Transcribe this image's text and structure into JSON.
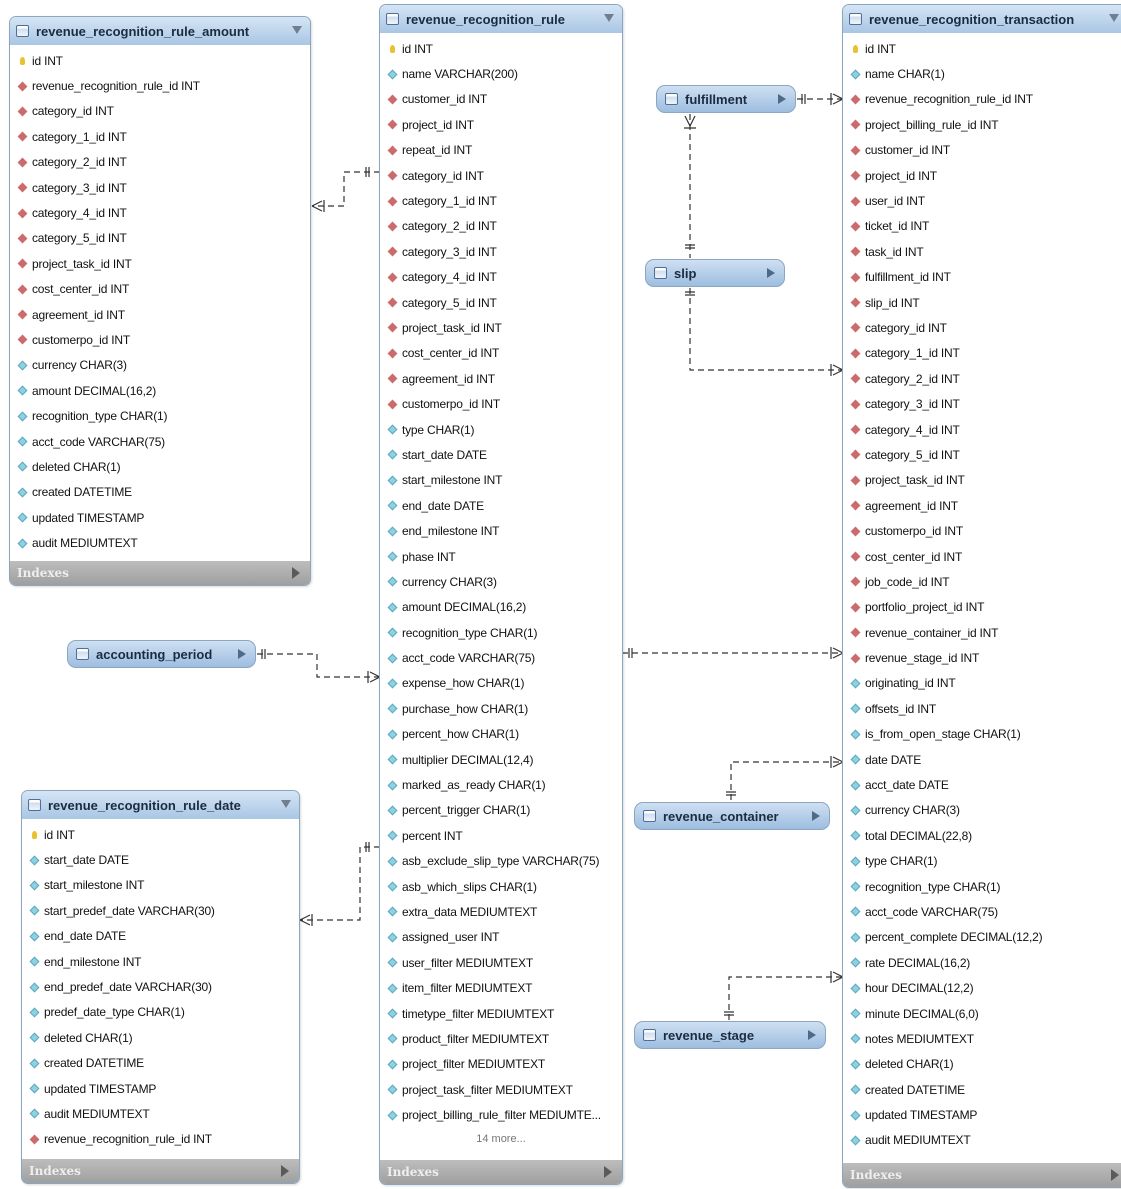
{
  "tables": {
    "rule_amount": {
      "name": "revenue_recognition_rule_amount",
      "columns": [
        {
          "t": "pk",
          "label": "id INT"
        },
        {
          "t": "fk",
          "label": "revenue_recognition_rule_id INT"
        },
        {
          "t": "fk",
          "label": "category_id INT"
        },
        {
          "t": "fk",
          "label": "category_1_id INT"
        },
        {
          "t": "fk",
          "label": "category_2_id INT"
        },
        {
          "t": "fk",
          "label": "category_3_id INT"
        },
        {
          "t": "fk",
          "label": "category_4_id INT"
        },
        {
          "t": "fk",
          "label": "category_5_id INT"
        },
        {
          "t": "fk",
          "label": "project_task_id INT"
        },
        {
          "t": "fk",
          "label": "cost_center_id INT"
        },
        {
          "t": "fk",
          "label": "agreement_id INT"
        },
        {
          "t": "fk",
          "label": "customerpo_id INT"
        },
        {
          "t": "col",
          "label": "currency CHAR(3)"
        },
        {
          "t": "col",
          "label": "amount DECIMAL(16,2)"
        },
        {
          "t": "col",
          "label": "recognition_type CHAR(1)"
        },
        {
          "t": "col",
          "label": "acct_code VARCHAR(75)"
        },
        {
          "t": "col",
          "label": "deleted CHAR(1)"
        },
        {
          "t": "col",
          "label": "created DATETIME"
        },
        {
          "t": "col",
          "label": "updated TIMESTAMP"
        },
        {
          "t": "col",
          "label": "audit MEDIUMTEXT"
        }
      ],
      "indexes_label": "Indexes"
    },
    "rule": {
      "name": "revenue_recognition_rule",
      "columns": [
        {
          "t": "pk",
          "label": "id INT"
        },
        {
          "t": "col",
          "label": "name VARCHAR(200)"
        },
        {
          "t": "fk",
          "label": "customer_id INT"
        },
        {
          "t": "fk",
          "label": "project_id INT"
        },
        {
          "t": "fk",
          "label": "repeat_id INT"
        },
        {
          "t": "fk",
          "label": "category_id INT"
        },
        {
          "t": "fk",
          "label": "category_1_id INT"
        },
        {
          "t": "fk",
          "label": "category_2_id INT"
        },
        {
          "t": "fk",
          "label": "category_3_id INT"
        },
        {
          "t": "fk",
          "label": "category_4_id INT"
        },
        {
          "t": "fk",
          "label": "category_5_id INT"
        },
        {
          "t": "fk",
          "label": "project_task_id INT"
        },
        {
          "t": "fk",
          "label": "cost_center_id INT"
        },
        {
          "t": "fk",
          "label": "agreement_id INT"
        },
        {
          "t": "fk",
          "label": "customerpo_id INT"
        },
        {
          "t": "col",
          "label": "type CHAR(1)"
        },
        {
          "t": "col",
          "label": "start_date DATE"
        },
        {
          "t": "col",
          "label": "start_milestone INT"
        },
        {
          "t": "col",
          "label": "end_date DATE"
        },
        {
          "t": "col",
          "label": "end_milestone INT"
        },
        {
          "t": "col",
          "label": "phase INT"
        },
        {
          "t": "col",
          "label": "currency CHAR(3)"
        },
        {
          "t": "col",
          "label": "amount DECIMAL(16,2)"
        },
        {
          "t": "col",
          "label": "recognition_type CHAR(1)"
        },
        {
          "t": "col",
          "label": "acct_code VARCHAR(75)"
        },
        {
          "t": "col",
          "label": "expense_how CHAR(1)"
        },
        {
          "t": "col",
          "label": "purchase_how CHAR(1)"
        },
        {
          "t": "col",
          "label": "percent_how CHAR(1)"
        },
        {
          "t": "col",
          "label": "multiplier DECIMAL(12,4)"
        },
        {
          "t": "col",
          "label": "marked_as_ready CHAR(1)"
        },
        {
          "t": "col",
          "label": "percent_trigger CHAR(1)"
        },
        {
          "t": "col",
          "label": "percent INT"
        },
        {
          "t": "col",
          "label": "asb_exclude_slip_type VARCHAR(75)"
        },
        {
          "t": "col",
          "label": "asb_which_slips CHAR(1)"
        },
        {
          "t": "col",
          "label": "extra_data MEDIUMTEXT"
        },
        {
          "t": "col",
          "label": "assigned_user INT"
        },
        {
          "t": "col",
          "label": "user_filter MEDIUMTEXT"
        },
        {
          "t": "col",
          "label": "item_filter MEDIUMTEXT"
        },
        {
          "t": "col",
          "label": "timetype_filter MEDIUMTEXT"
        },
        {
          "t": "col",
          "label": "product_filter MEDIUMTEXT"
        },
        {
          "t": "col",
          "label": "project_filter MEDIUMTEXT"
        },
        {
          "t": "col",
          "label": "project_task_filter MEDIUMTEXT"
        },
        {
          "t": "col",
          "label": "project_billing_rule_filter MEDIUMTE..."
        }
      ],
      "more_label": "14 more...",
      "indexes_label": "Indexes"
    },
    "transaction": {
      "name": "revenue_recognition_transaction",
      "columns": [
        {
          "t": "pk",
          "label": "id INT"
        },
        {
          "t": "col",
          "label": "name CHAR(1)"
        },
        {
          "t": "fk",
          "label": "revenue_recognition_rule_id INT"
        },
        {
          "t": "fk",
          "label": "project_billing_rule_id INT"
        },
        {
          "t": "fk",
          "label": "customer_id INT"
        },
        {
          "t": "fk",
          "label": "project_id INT"
        },
        {
          "t": "fk",
          "label": "user_id INT"
        },
        {
          "t": "fk",
          "label": "ticket_id INT"
        },
        {
          "t": "fk",
          "label": "task_id INT"
        },
        {
          "t": "fk",
          "label": "fulfillment_id INT"
        },
        {
          "t": "fk",
          "label": "slip_id INT"
        },
        {
          "t": "fk",
          "label": "category_id INT"
        },
        {
          "t": "fk",
          "label": "category_1_id INT"
        },
        {
          "t": "fk",
          "label": "category_2_id INT"
        },
        {
          "t": "fk",
          "label": "category_3_id INT"
        },
        {
          "t": "fk",
          "label": "category_4_id INT"
        },
        {
          "t": "fk",
          "label": "category_5_id INT"
        },
        {
          "t": "fk",
          "label": "project_task_id INT"
        },
        {
          "t": "fk",
          "label": "agreement_id INT"
        },
        {
          "t": "fk",
          "label": "customerpo_id INT"
        },
        {
          "t": "fk",
          "label": "cost_center_id INT"
        },
        {
          "t": "fk",
          "label": "job_code_id INT"
        },
        {
          "t": "fk",
          "label": "portfolio_project_id INT"
        },
        {
          "t": "fk",
          "label": "revenue_container_id INT"
        },
        {
          "t": "fk",
          "label": "revenue_stage_id INT"
        },
        {
          "t": "col",
          "label": "originating_id INT"
        },
        {
          "t": "col",
          "label": "offsets_id INT"
        },
        {
          "t": "col",
          "label": "is_from_open_stage CHAR(1)"
        },
        {
          "t": "col",
          "label": "date DATE"
        },
        {
          "t": "col",
          "label": "acct_date DATE"
        },
        {
          "t": "col",
          "label": "currency CHAR(3)"
        },
        {
          "t": "col",
          "label": "total DECIMAL(22,8)"
        },
        {
          "t": "col",
          "label": "type CHAR(1)"
        },
        {
          "t": "col",
          "label": "recognition_type CHAR(1)"
        },
        {
          "t": "col",
          "label": "acct_code VARCHAR(75)"
        },
        {
          "t": "col",
          "label": "percent_complete DECIMAL(12,2)"
        },
        {
          "t": "col",
          "label": "rate DECIMAL(16,2)"
        },
        {
          "t": "col",
          "label": "hour DECIMAL(12,2)"
        },
        {
          "t": "col",
          "label": "minute DECIMAL(6,0)"
        },
        {
          "t": "col",
          "label": "notes MEDIUMTEXT"
        },
        {
          "t": "col",
          "label": "deleted CHAR(1)"
        },
        {
          "t": "col",
          "label": "created DATETIME"
        },
        {
          "t": "col",
          "label": "updated TIMESTAMP"
        },
        {
          "t": "col",
          "label": "audit MEDIUMTEXT"
        }
      ],
      "indexes_label": "Indexes"
    },
    "rule_date": {
      "name": "revenue_recognition_rule_date",
      "columns": [
        {
          "t": "pk",
          "label": "id INT"
        },
        {
          "t": "col",
          "label": "start_date DATE"
        },
        {
          "t": "col",
          "label": "start_milestone INT"
        },
        {
          "t": "col",
          "label": "start_predef_date VARCHAR(30)"
        },
        {
          "t": "col",
          "label": "end_date DATE"
        },
        {
          "t": "col",
          "label": "end_milestone INT"
        },
        {
          "t": "col",
          "label": "end_predef_date VARCHAR(30)"
        },
        {
          "t": "col",
          "label": "predef_date_type CHAR(1)"
        },
        {
          "t": "col",
          "label": "deleted CHAR(1)"
        },
        {
          "t": "col",
          "label": "created DATETIME"
        },
        {
          "t": "col",
          "label": "updated TIMESTAMP"
        },
        {
          "t": "col",
          "label": "audit MEDIUMTEXT"
        },
        {
          "t": "fk",
          "label": "revenue_recognition_rule_id INT"
        }
      ],
      "indexes_label": "Indexes"
    }
  },
  "collapsed_tables": {
    "fulfillment": "fulfillment",
    "slip": "slip",
    "accounting_period": "accounting_period",
    "revenue_container": "revenue_container",
    "revenue_stage": "revenue_stage"
  },
  "colors": {
    "header_top": "#d5e5f5",
    "header_bottom": "#a9c6e4",
    "line": "#333333",
    "primary_key": "#e8c12c",
    "foreign_key": "#cc6b6b",
    "column": "#8fd1e0"
  }
}
